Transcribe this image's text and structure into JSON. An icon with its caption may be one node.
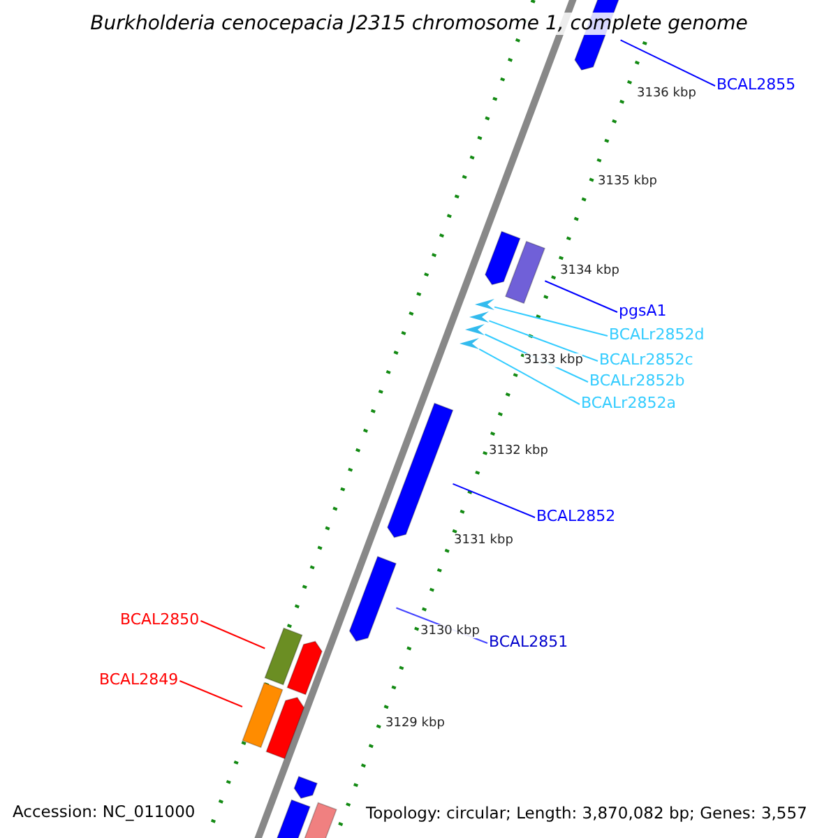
{
  "diagram": {
    "title": "Burkholderia cenocepacia J2315 chromosome 1, complete genome",
    "nodes": [
      {
        "text": [],
        "shape": "bar"
      },
      {
        "text": [
          "BCAL2855"
        ]
      },
      {
        "text": [],
        "shape": "bar"
      },
      {
        "text": [],
        "shape": "bar"
      },
      {
        "text": [
          "pgsA1"
        ]
      },
      {
        "text": [],
        "shape": "triangle"
      },
      {
        "text": [],
        "shape": "triangle"
      },
      {
        "text": [],
        "shape": "triangle"
      },
      {
        "text": [],
        "shape": "triangle"
      },
      {
        "text": [
          "BCALr2852d"
        ]
      },
      {
        "text": [
          "BCALr2852c"
        ]
      },
      {
        "text": [
          "BCALr2852b"
        ]
      },
      {
        "text": [
          "BCALr2852a"
        ]
      },
      {
        "text": [],
        "shape": "bar"
      },
      {
        "text": [
          "BCAL2852"
        ]
      },
      {
        "text": [],
        "shape": "bar"
      },
      {
        "text": [
          "BCAL2851"
        ]
      },
      {
        "text": [
          "BCAL2850"
        ]
      },
      {
        "text": [],
        "shape": "bar"
      },
      {
        "text": [],
        "shape": "bar"
      },
      {
        "text": [
          "BCAL2849"
        ]
      },
      {
        "text": [],
        "shape": "bar"
      },
      {
        "text": [],
        "shape": "bar"
      },
      {
        "text": [],
        "shape": "bar"
      },
      {
        "text": [],
        "shape": "bar"
      },
      {
        "text": [],
        "shape": "bar"
      }
    ],
    "edges": [
      {
        "from": 1,
        "to": 0,
        "arrow": "none",
        "color": "#0000ff"
      },
      {
        "from": 4,
        "to": 3,
        "arrow": "none",
        "color": "#0000ff"
      },
      {
        "from": 9,
        "to": 5,
        "arrow": "none",
        "color": "#33ccff"
      },
      {
        "from": 10,
        "to": 6,
        "arrow": "none",
        "color": "#33ccff"
      },
      {
        "from": 11,
        "to": 7,
        "arrow": "none",
        "color": "#33ccff"
      },
      {
        "from": 12,
        "to": 8,
        "arrow": "none",
        "color": "#33ccff"
      },
      {
        "from": 14,
        "to": 13,
        "arrow": "none",
        "color": "#0000ff"
      },
      {
        "from": 16,
        "to": 15,
        "arrow": "none",
        "color": "#4444ff"
      },
      {
        "from": 17,
        "to": 18,
        "arrow": "none",
        "color": "#ff0000"
      },
      {
        "from": 20,
        "to": 21,
        "arrow": "none",
        "color": "#ff0000"
      }
    ],
    "labels": [
      "3136 kbp",
      "3135 kbp",
      "3134 kbp",
      "3133 kbp",
      "3132 kbp",
      "3131 kbp",
      "3130 kbp",
      "3129 kbp",
      "Accession: NC_011000",
      "Topology: circular; Length: 3,870,082 bp; Genes: 3,557"
    ]
  }
}
